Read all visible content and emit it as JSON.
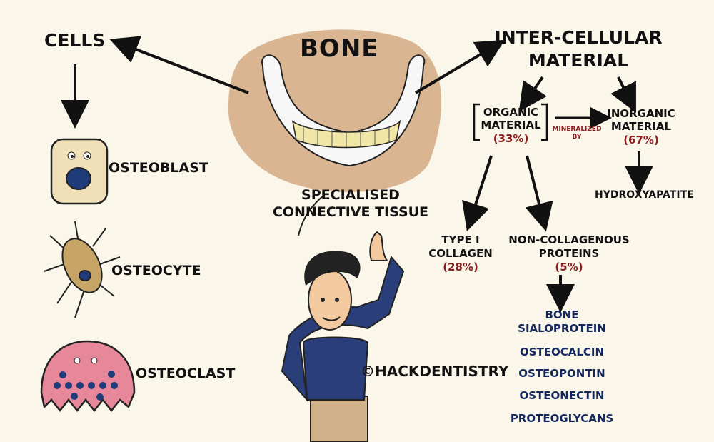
{
  "title": "BONE",
  "left": {
    "heading": "CELLS",
    "cells": [
      "OSTEOBLAST",
      "OSTEOCYTE",
      "OSTEOCLAST"
    ]
  },
  "center": {
    "caption_line1": "SPECIALISED",
    "caption_line2": "CONNECTIVE TISSUE",
    "credit": "©HACKDENTISTRY"
  },
  "right": {
    "heading_line1": "INTER-CELLULAR",
    "heading_line2": "MATERIAL",
    "organic": {
      "line1": "ORGANIC",
      "line2": "MATERIAL",
      "pct": "(33%)"
    },
    "link": {
      "line1": "MINERALIZED",
      "line2": "BY"
    },
    "inorganic": {
      "line1": "INORGANIC",
      "line2": "MATERIAL",
      "pct": "(67%)"
    },
    "hydroxy": "HYDROXYAPATITE",
    "collagen": {
      "line1": "TYPE I",
      "line2": "COLLAGEN",
      "pct": "(28%)"
    },
    "noncol": {
      "line1": "NON-COLLAGENOUS",
      "line2": "PROTEINS",
      "pct": "(5%)"
    },
    "proteins": [
      "BONE",
      "SIALOPROTEIN",
      "OSTEOCALCIN",
      "OSTEOPONTIN",
      "OSTEONECTIN",
      "PROTEOGLYCANS"
    ]
  },
  "colors": {
    "red": "#8c1d1d",
    "blue": "#14285e",
    "shirt": "#2a3f7a",
    "clast": "#e6889a",
    "blob": "#d9b592"
  }
}
